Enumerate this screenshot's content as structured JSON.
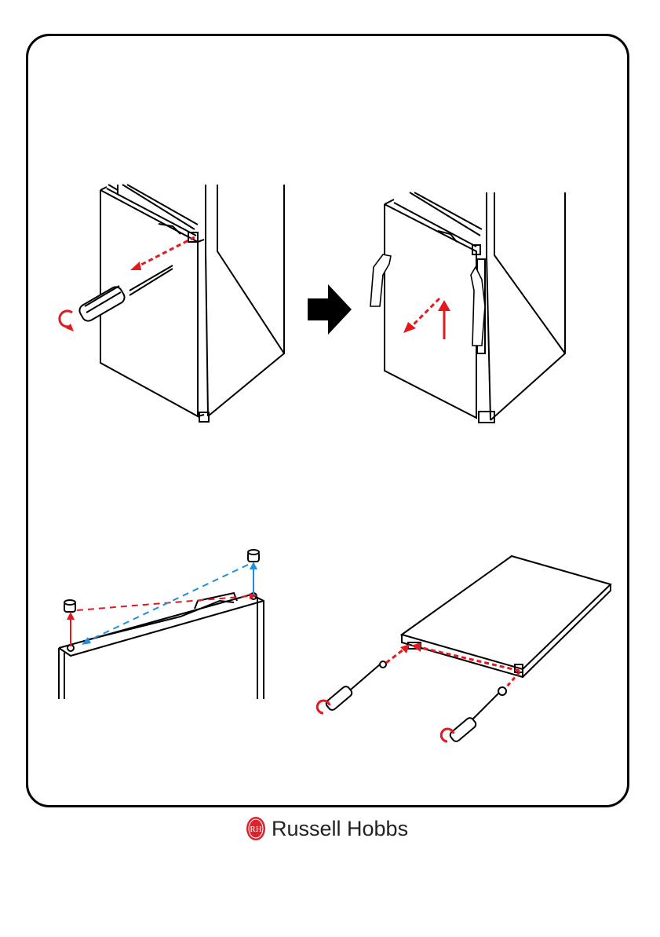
{
  "brand": {
    "name": "Russell Hobbs",
    "monogram": "RH",
    "accent": "#d9232d"
  },
  "colors": {
    "line": "#000000",
    "arrow_red": "#e4191e",
    "arrow_blue": "#1e8fe0",
    "panel_fill": "#ffffff"
  },
  "steps": [
    {
      "icon": "screwdriver-icon",
      "action": "unscrew-hinge-pin"
    },
    {
      "icon": "next-step-arrow-icon",
      "action": "proceed"
    },
    {
      "icon": "door-lift-icon",
      "action": "lift-door-off"
    },
    {
      "icon": "cap-swap-icon",
      "action": "swap-hole-caps"
    },
    {
      "icon": "screwdriver-icon",
      "action": "swap-handle-screws"
    }
  ]
}
